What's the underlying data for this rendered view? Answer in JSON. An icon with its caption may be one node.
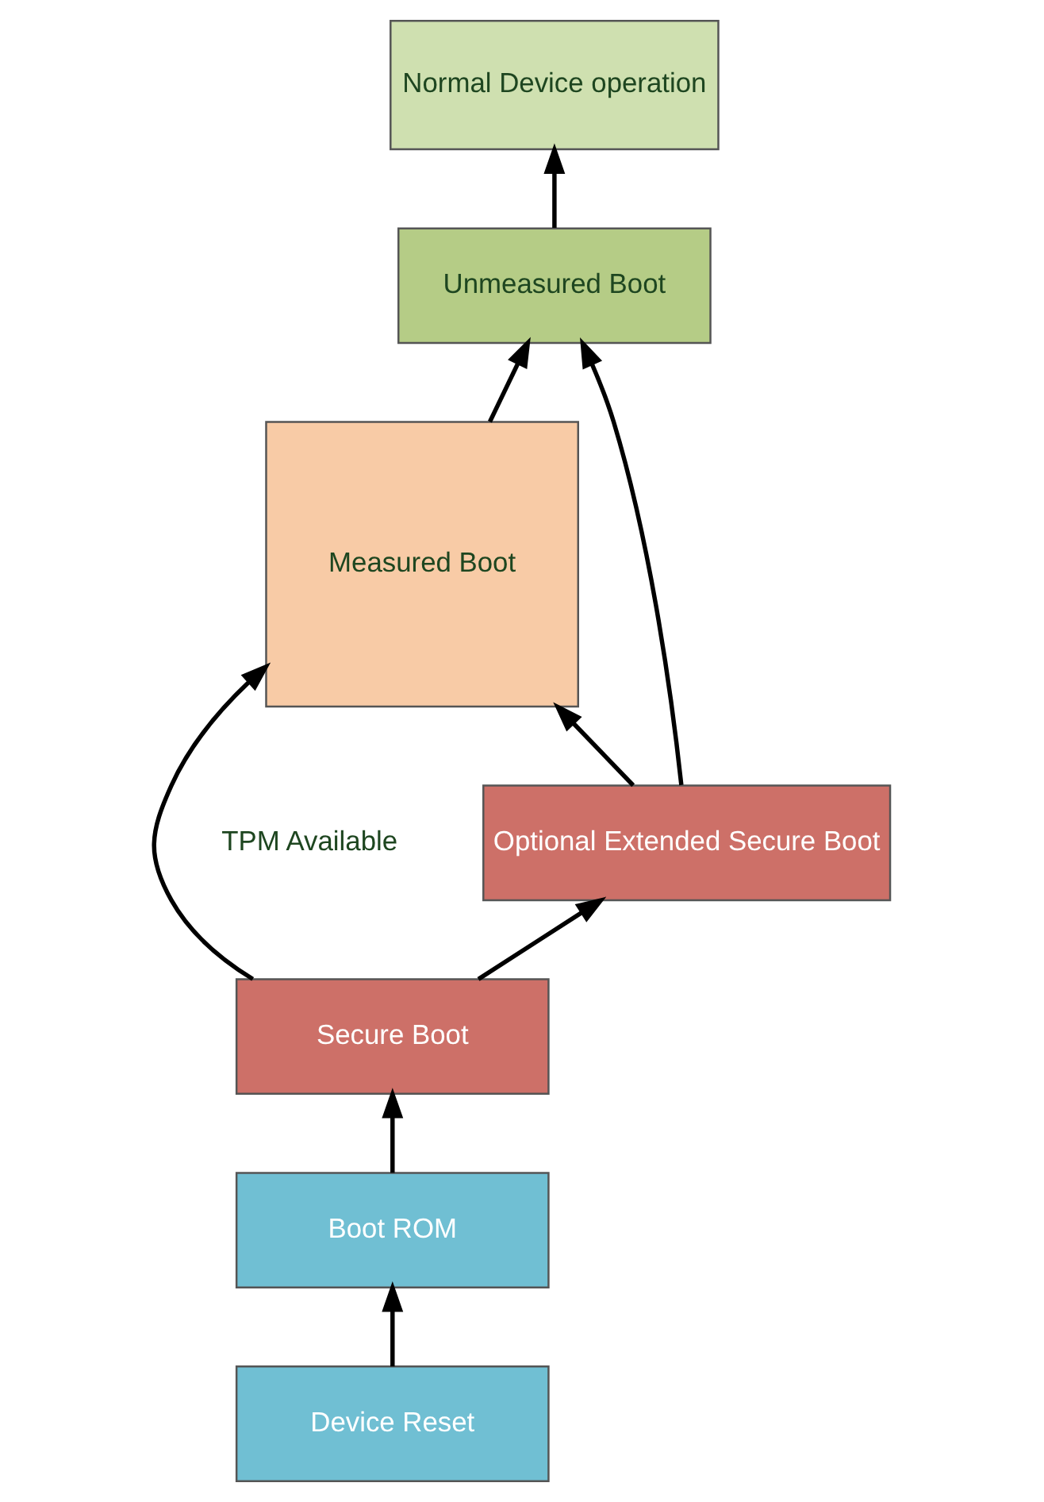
{
  "diagram": {
    "nodes": [
      {
        "text": [
          "Normal Device operation"
        ]
      },
      {
        "text": [
          "Unmeasured Boot"
        ]
      },
      {
        "text": [
          "Measured Boot"
        ]
      },
      {
        "text": [
          "Optional Extended Secure Boot"
        ]
      },
      {
        "text": [
          "Secure Boot"
        ]
      },
      {
        "text": [
          "Boot ROM"
        ]
      },
      {
        "text": [
          "Device Reset"
        ]
      }
    ],
    "edges": [
      {
        "from": 6,
        "to": 5,
        "arrow": "to"
      },
      {
        "from": 5,
        "to": 4,
        "arrow": "to"
      },
      {
        "from": 4,
        "to": 2,
        "arrow": "to"
      },
      {
        "from": 4,
        "to": 3,
        "arrow": "to"
      },
      {
        "from": 3,
        "to": 2,
        "arrow": "to"
      },
      {
        "from": 3,
        "to": 1,
        "arrow": "to"
      },
      {
        "from": 2,
        "to": 1,
        "arrow": "to"
      },
      {
        "from": 1,
        "to": 0,
        "arrow": "to"
      }
    ],
    "labels": [
      "TPM Available"
    ]
  }
}
